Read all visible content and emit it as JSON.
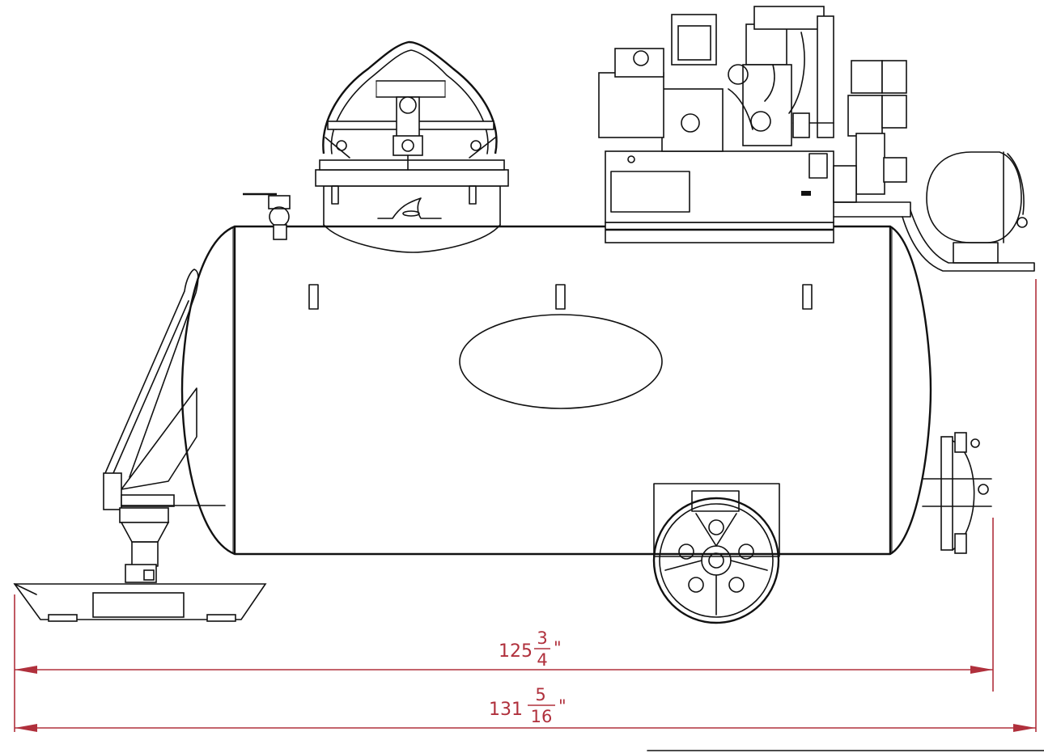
{
  "dimensions": {
    "inner": {
      "whole": "125",
      "numerator": "3",
      "denominator": "4",
      "unit": "\""
    },
    "outer": {
      "whole": "131",
      "numerator": "5",
      "denominator": "16",
      "unit": "\""
    }
  },
  "colors": {
    "dimension": "#b0303c",
    "line": "#111111",
    "background": "#ffffff"
  }
}
